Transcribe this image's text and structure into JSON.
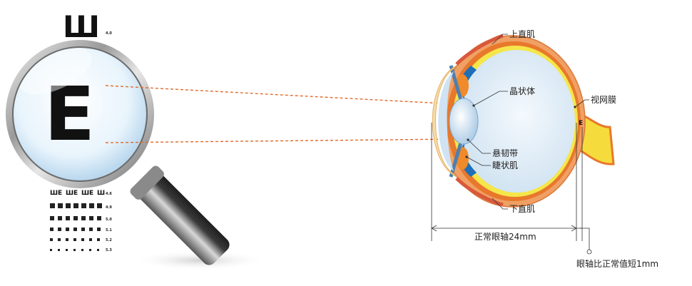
{
  "chart_letters": {
    "big_top": "Ш",
    "magnified": "E",
    "row_tiny": "ШЕШЕШЕШ",
    "target": "E"
  },
  "acuity_labels": [
    "4.0",
    "4.6",
    "4.9",
    "5.0",
    "5.1",
    "5.2",
    "5.3"
  ],
  "labels": {
    "superior_rectus": "上直肌",
    "lens": "晶状体",
    "retina": "视网膜",
    "zonule": "悬韧带",
    "ciliary": "睫状肌",
    "inferior_rectus": "下直肌",
    "normal_axis": "正常眼轴24mm",
    "short_axis": "眼轴比正常值短1mm"
  },
  "colors": {
    "ray": "#e06a2a",
    "sclera": "#f0a064",
    "choroid": "#e8782c",
    "retina": "#f5e64a",
    "vitreous": "#dbe9f4",
    "ciliary_blue": "#1e6fb8",
    "optic_nerve": "#f5dc3c"
  }
}
